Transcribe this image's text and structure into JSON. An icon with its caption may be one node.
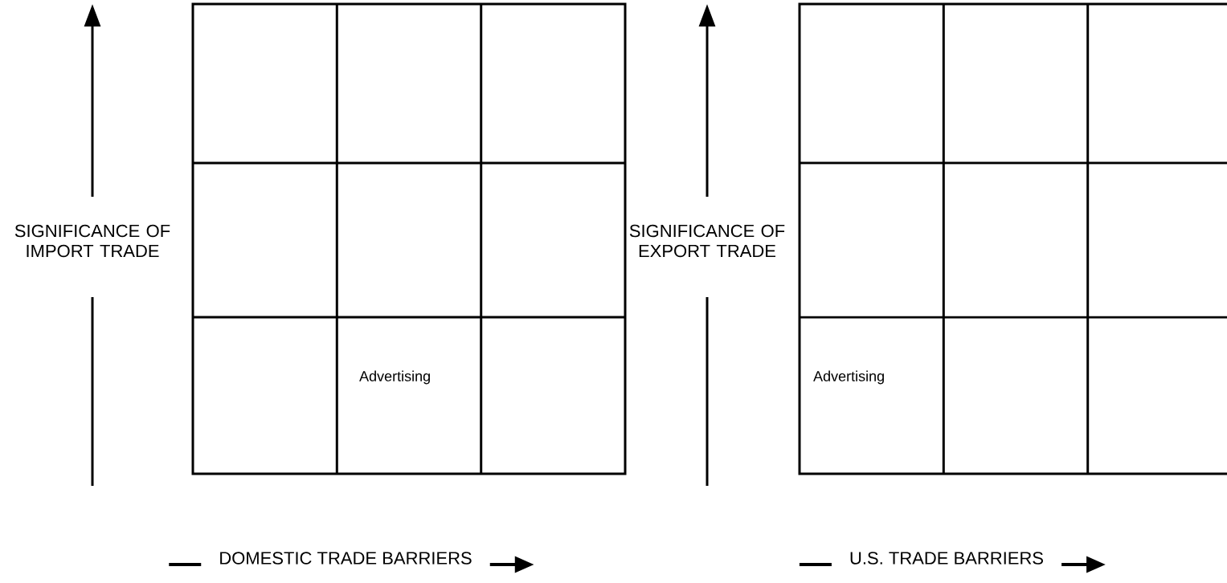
{
  "diagram": {
    "labels": [
      "SIGNIFICANCE OF IMPORT TRADE",
      "Advertising",
      "DOMESTIC TRADE BARRIERS",
      "SIGNIFICANCE OF EXPORT TRADE",
      "Advertising",
      "U.S. TRADE BARRIERS"
    ]
  }
}
